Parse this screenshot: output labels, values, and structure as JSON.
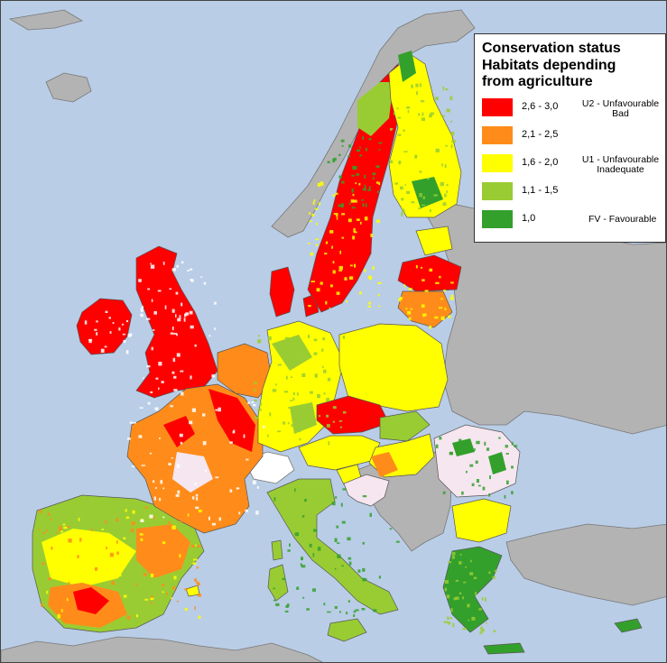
{
  "legend": {
    "title_lines": [
      "Conservation status",
      "Habitats depending",
      "from agriculture"
    ],
    "items": [
      {
        "range": "2,6 - 3,0",
        "label_lines": [
          "U2 - Unfavourable",
          "Bad"
        ],
        "color": "#ff0000"
      },
      {
        "range": "2,1 - 2,5",
        "label_lines": [],
        "color": "#ff8c1a"
      },
      {
        "range": "1,6 - 2,0",
        "label_lines": [
          "U1 - Unfavourable",
          "Inadequate"
        ],
        "color": "#ffff00"
      },
      {
        "range": "1,1 - 1,5",
        "label_lines": [],
        "color": "#99cc33"
      },
      {
        "range": "1,0",
        "label_lines": [
          "FV - Favourable"
        ],
        "color": "#33a02c"
      }
    ]
  },
  "colors": {
    "sea": "#b9cde6",
    "non_eu_land": "#b3b3b3",
    "no_data_land": "#f5e6ef",
    "border": "#555555"
  }
}
